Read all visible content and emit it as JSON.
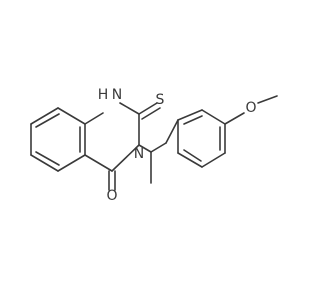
{
  "molecule": {
    "atom_labels": {
      "nh": "H",
      "n_nh": "N",
      "s": "S",
      "n3": "N",
      "o_carbonyl": "O",
      "o_methoxy": "O"
    }
  }
}
